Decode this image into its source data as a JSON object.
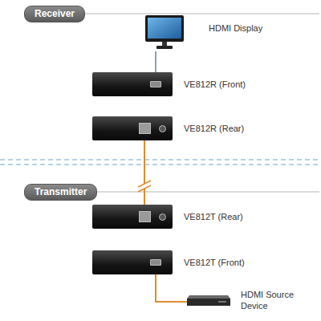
{
  "diagram": {
    "nodes": [
      {
        "text": [
          "Receiver"
        ]
      },
      {
        "text": [
          "HDMI Display"
        ]
      },
      {
        "text": [
          "VE812R (Front)"
        ]
      },
      {
        "text": [
          "VE812R (Rear)"
        ]
      },
      {
        "text": [
          "Transmitter"
        ]
      },
      {
        "text": [
          "VE812T (Rear)"
        ]
      },
      {
        "text": [
          "VE812T (Front)"
        ]
      },
      {
        "text": [
          "HDMI Source Device"
        ]
      }
    ],
    "edges": [
      {
        "from": 1,
        "to": 2,
        "arrow": "none"
      },
      {
        "from": 3,
        "to": 5,
        "arrow": "none"
      },
      {
        "from": 6,
        "to": 7,
        "arrow": "none"
      }
    ]
  }
}
